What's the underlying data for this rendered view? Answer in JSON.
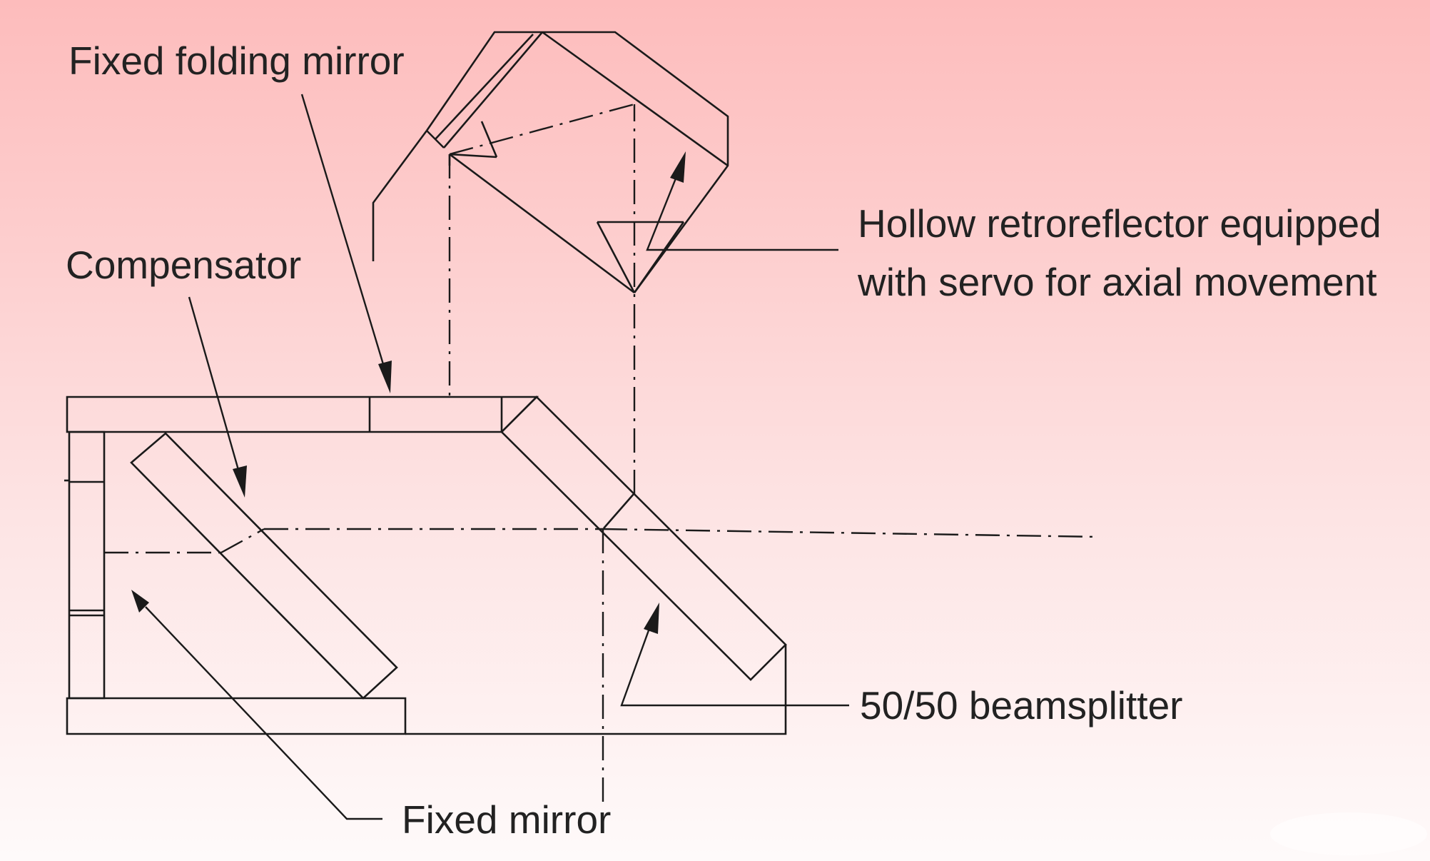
{
  "labels": {
    "fixed_folding_mirror": "Fixed folding mirror",
    "compensator": "Compensator",
    "retroreflector_line1": "Hollow retroreflector equipped",
    "retroreflector_line2": "with servo for axial movement",
    "beamsplitter": "50/50 beamsplitter",
    "fixed_mirror": "Fixed mirror"
  },
  "colors": {
    "background_top": "#fdbcbc",
    "background_bottom": "#fefafa",
    "line": "#1a1a1a",
    "text": "#222222"
  }
}
